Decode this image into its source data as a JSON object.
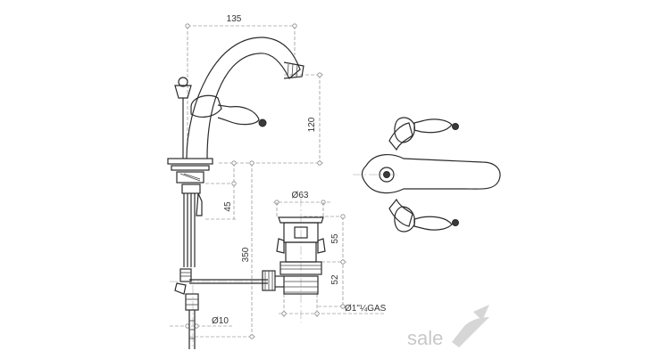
{
  "dimensions": {
    "width_135": "135",
    "height_120": "120",
    "height_45": "45",
    "height_350": "350",
    "diameter_63": "Ø63",
    "height_55": "55",
    "height_52": "52",
    "diameter_10": "Ø10",
    "thread": "Ø1\"¼GAS"
  },
  "brand": {
    "name": "sale"
  }
}
